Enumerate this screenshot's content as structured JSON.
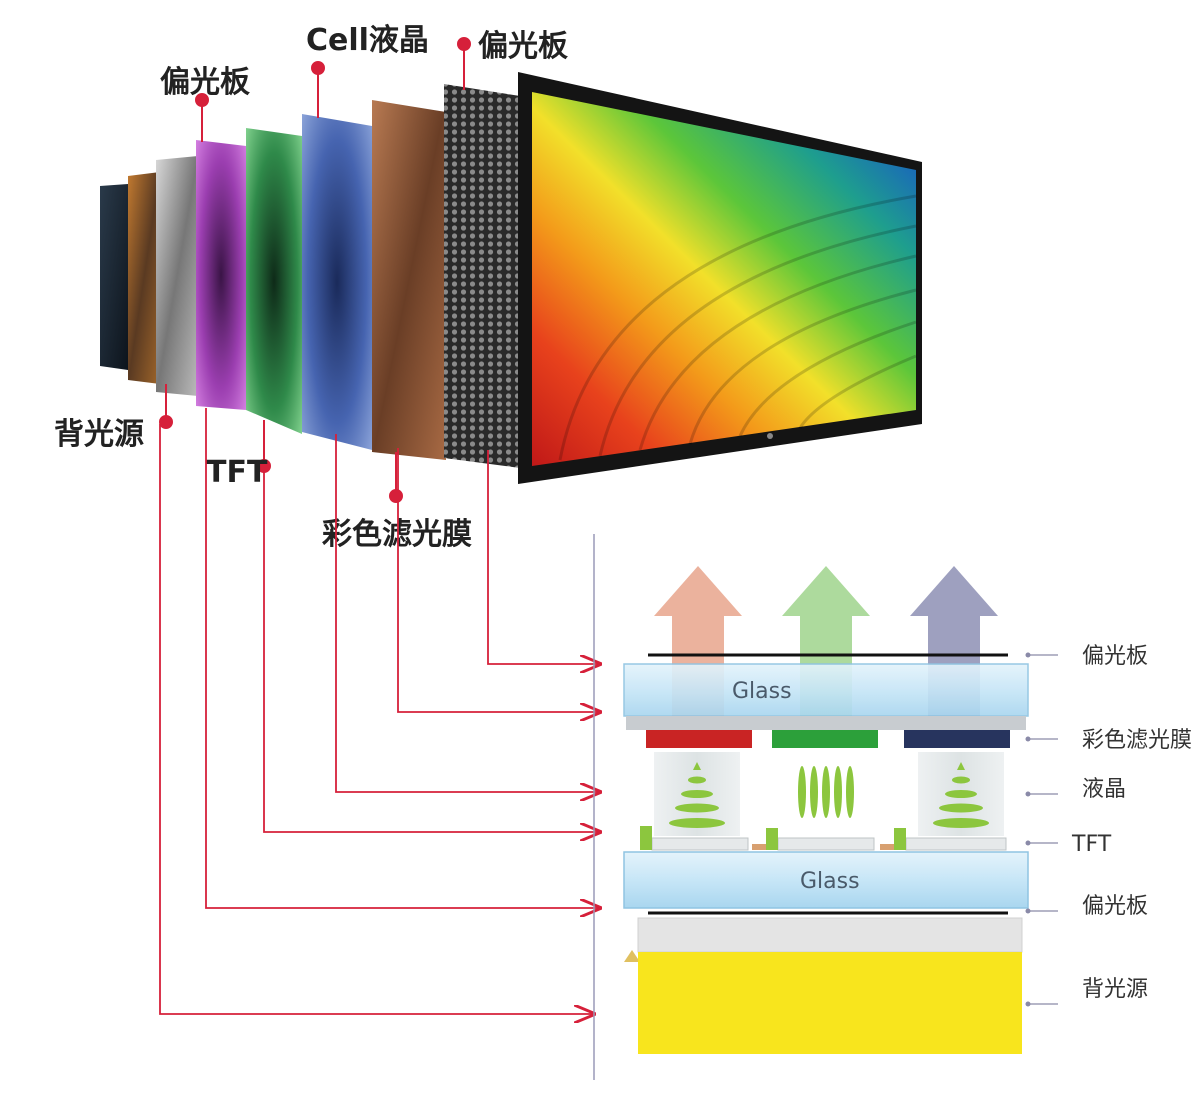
{
  "top_labels": {
    "polarizer_rear": "偏光板",
    "cell": "Cell液晶",
    "polarizer_front": "偏光板",
    "backlight": "背光源",
    "tft": "TFT",
    "color_filter": "彩色滤光膜"
  },
  "cross_section": {
    "glass_top": "Glass",
    "glass_bottom": "Glass",
    "right_labels": {
      "polarizer_top": "偏光板",
      "color_filter": "彩色滤光膜",
      "liquid_crystal": "液晶",
      "tft": "TFT",
      "polarizer_bottom": "偏光板",
      "backlight": "背光源"
    }
  },
  "colors": {
    "accent_line": "#d6203a",
    "arrow_red": "#e8a58c",
    "arrow_green": "#9fd48c",
    "arrow_blue": "#8d8fb4",
    "filter_red": "#c92424",
    "filter_green": "#2ca03a",
    "filter_blue": "#27345e",
    "backlight_yellow": "#f8e51d"
  }
}
